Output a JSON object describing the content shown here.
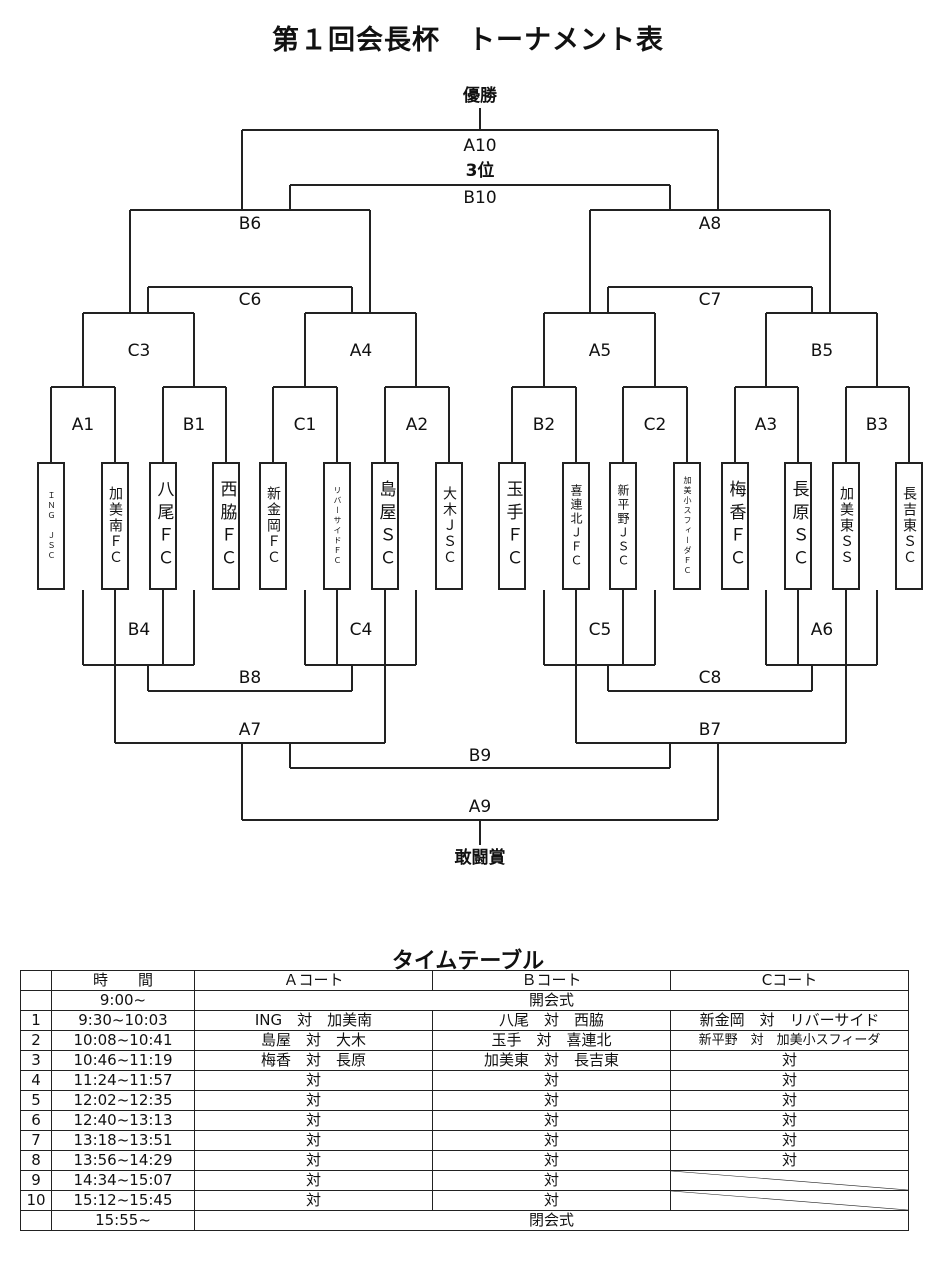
{
  "title": "第１回会長杯　トーナメント表",
  "bracket": {
    "champion_label": "優勝",
    "third_label": "3位",
    "fighting_spirit_label": "敢闘賞",
    "matches": {
      "A10": "A10",
      "B10": "B10",
      "B6": "B6",
      "A8": "A8",
      "C6": "C6",
      "C7": "C7",
      "C3": "C3",
      "A4": "A4",
      "A5": "A5",
      "B5": "B5",
      "A1": "A1",
      "B1": "B1",
      "C1": "C1",
      "A2": "A2",
      "B2": "B2",
      "C2": "C2",
      "A3": "A3",
      "B3": "B3",
      "B4": "B4",
      "C4": "C4",
      "C5": "C5",
      "A6": "A6",
      "B8": "B8",
      "C8": "C8",
      "A7": "A7",
      "B7": "B7",
      "B9": "B9",
      "A9": "A9"
    },
    "teams": [
      "ＩＮＧ　ＪＳＣ",
      "加美南ＦＣ",
      "八尾ＦＣ",
      "西脇ＦＣ",
      "新金岡ＦＣ",
      "リバーサイドＦＣ",
      "島屋ＳＣ",
      "大木ＪＳＣ",
      "玉手ＦＣ",
      "喜連北ＪＦＣ",
      "新平野ＪＳＣ",
      "加美小スフィーダＦＣ",
      "梅香ＦＣ",
      "長原ＳＣ",
      "加美東ＳＳ",
      "長吉東ＳＣ"
    ]
  },
  "timetable": {
    "title": "タイムテーブル",
    "headers": {
      "time": "時　　間",
      "court_a": "Ａコート",
      "court_b": "Ｂコート",
      "court_c": "Cコート"
    },
    "opening": {
      "time": "9:00~",
      "event": "開会式"
    },
    "rows": [
      {
        "no": "1",
        "time": "9:30~10:03",
        "a": "ING　対　加美南",
        "b": "八尾　対　西脇",
        "c": "新金岡　対　リバーサイド"
      },
      {
        "no": "2",
        "time": "10:08~10:41",
        "a": "島屋　対　大木",
        "b": "玉手　対　喜連北",
        "c": "新平野　対　加美小スフィーダ"
      },
      {
        "no": "3",
        "time": "10:46~11:19",
        "a": "梅香　対　長原",
        "b": "加美東　対　長吉東",
        "c": "対"
      },
      {
        "no": "4",
        "time": "11:24~11:57",
        "a": "対",
        "b": "対",
        "c": "対"
      },
      {
        "no": "5",
        "time": "12:02~12:35",
        "a": "対",
        "b": "対",
        "c": "対"
      },
      {
        "no": "6",
        "time": "12:40~13:13",
        "a": "対",
        "b": "対",
        "c": "対"
      },
      {
        "no": "7",
        "time": "13:18~13:51",
        "a": "対",
        "b": "対",
        "c": "対"
      },
      {
        "no": "8",
        "time": "13:56~14:29",
        "a": "対",
        "b": "対",
        "c": "対"
      },
      {
        "no": "9",
        "time": "14:34~15:07",
        "a": "対",
        "b": "対",
        "c": ""
      },
      {
        "no": "10",
        "time": "15:12~15:45",
        "a": "対",
        "b": "対",
        "c": ""
      }
    ],
    "closing": {
      "time": "15:55~",
      "event": "閉会式"
    }
  }
}
